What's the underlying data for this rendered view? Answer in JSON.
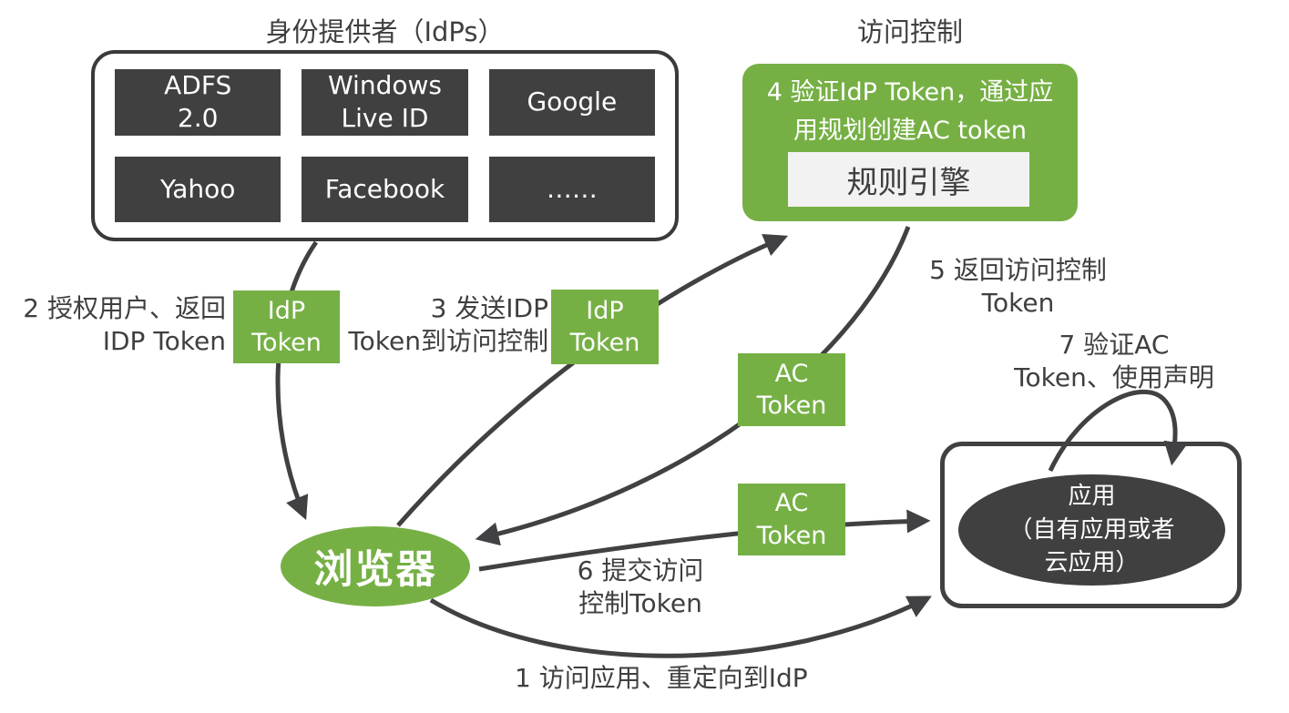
{
  "colors": {
    "green": "#76b045",
    "dark": "#404040",
    "label": "#3f3f3f",
    "arrow": "#414042",
    "panel": "#f2f2f2",
    "white": "#ffffff"
  },
  "idps": {
    "title": "身份提供者（IdPs）",
    "providers": [
      {
        "label": "ADFS\n2.0"
      },
      {
        "label": "Windows\nLive ID"
      },
      {
        "label": "Google"
      },
      {
        "label": "Yahoo"
      },
      {
        "label": "Facebook"
      },
      {
        "label": "……"
      }
    ]
  },
  "access_control": {
    "title": "访问控制",
    "step4_label": "4 验证IdP Token，通过应\n用规划创建AC token",
    "rule_engine": "规则引擎"
  },
  "badges": {
    "idp_token_left": "IdP\nToken",
    "idp_token_mid": "IdP\nToken",
    "ac_token_upper": "AC\nToken",
    "ac_token_lower": "AC\nToken"
  },
  "browser": {
    "label": "浏览器"
  },
  "application": {
    "label": "应用\n（自有应用或者\n云应用）"
  },
  "steps": {
    "step1": "1 访问应用、重定向到IdP",
    "step2": "2 授权用户、返回\nIDP Token",
    "step3": "3 发送IDP\nToken到访问控制",
    "step5": "5 返回访问控制\nToken",
    "step6": "6 提交访问\n控制Token",
    "step7": "7 验证AC\nToken、使用声明"
  }
}
